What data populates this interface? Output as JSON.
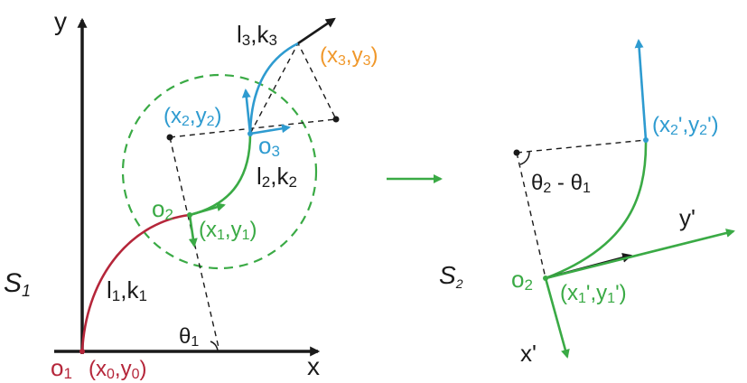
{
  "colors": {
    "red": "#b5263a",
    "green": "#3aaa45",
    "blue": "#2e9bd0",
    "orange": "#f0982b",
    "black": "#1a1a1a"
  },
  "labels": {
    "y_axis": "y",
    "x_axis": "x",
    "frame1": "S",
    "frame1_sub": "1",
    "frame2": "S",
    "frame2_sub": "2",
    "o1": "o",
    "o1_sub": "1",
    "p0": "(x",
    "p0_s1": "0",
    "p0_m": ",y",
    "p0_s2": "0",
    "p0_e": ")",
    "seg1": "l",
    "seg1_s1": "1",
    "seg1_m": ",k",
    "seg1_s2": "1",
    "o2": "o",
    "o2_sub": "2",
    "p1": "(x",
    "p1_s1": "1",
    "p1_m": ",y",
    "p1_s2": "1",
    "p1_e": ")",
    "seg2": "l",
    "seg2_s1": "2",
    "seg2_m": ",k",
    "seg2_s2": "2",
    "p2": "(x",
    "p2_s1": "2",
    "p2_m": ",y",
    "p2_s2": "2",
    "p2_e": ")",
    "o3": "o",
    "o3_sub": "3",
    "seg3": "l",
    "seg3_s1": "3",
    "seg3_m": ",k",
    "seg3_s2": "3",
    "p3": "(x",
    "p3_s1": "3",
    "p3_m": ",y",
    "p3_s2": "3",
    "p3_e": ")",
    "theta1": "θ",
    "theta1_sub": "1",
    "o2r": "o",
    "o2r_sub": "2",
    "p1r": "(x",
    "p1r_s1": "1",
    "p1r_m": "',y",
    "p1r_s2": "1",
    "p1r_e": "')",
    "p2r": "(x",
    "p2r_s1": "2",
    "p2r_m": "',y",
    "p2r_s2": "2",
    "p2r_e": "')",
    "theta_diff_a": "θ",
    "theta_diff_a_sub": "2",
    "theta_diff_m": " - θ",
    "theta_diff_b_sub": "1",
    "xprime": "x'",
    "yprime": "y'"
  }
}
